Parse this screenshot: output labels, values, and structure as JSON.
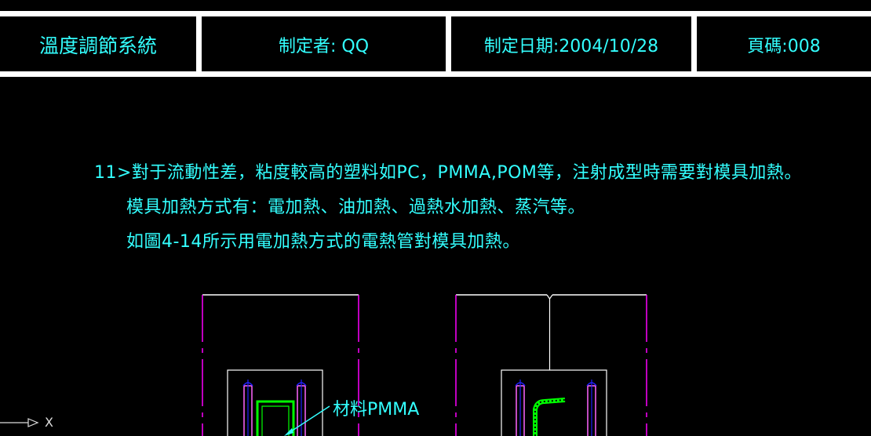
{
  "header": {
    "title": "溫度調節系統",
    "author": "制定者: QQ",
    "date": "制定日期:2004/10/28",
    "page": "頁碼:008"
  },
  "body": {
    "line1": "11>對于流動性差，粘度較高的塑料如PC，PMMA,POM等，注射成型時需要對模具加熱。",
    "line2": "模具加熱方式有：電加熱、油加熱、過熱水加熱、蒸汽等。",
    "line3": "如圖4-14所示用電加熱方式的電熱管對模具加熱。"
  },
  "drawing": {
    "material_label": "材料PMMA",
    "axis_label": "X"
  },
  "colors": {
    "text": "#33ffff",
    "magenta": "#ff00ff",
    "green": "#00ff00",
    "blue": "#2020ff",
    "white": "#ffffff"
  }
}
